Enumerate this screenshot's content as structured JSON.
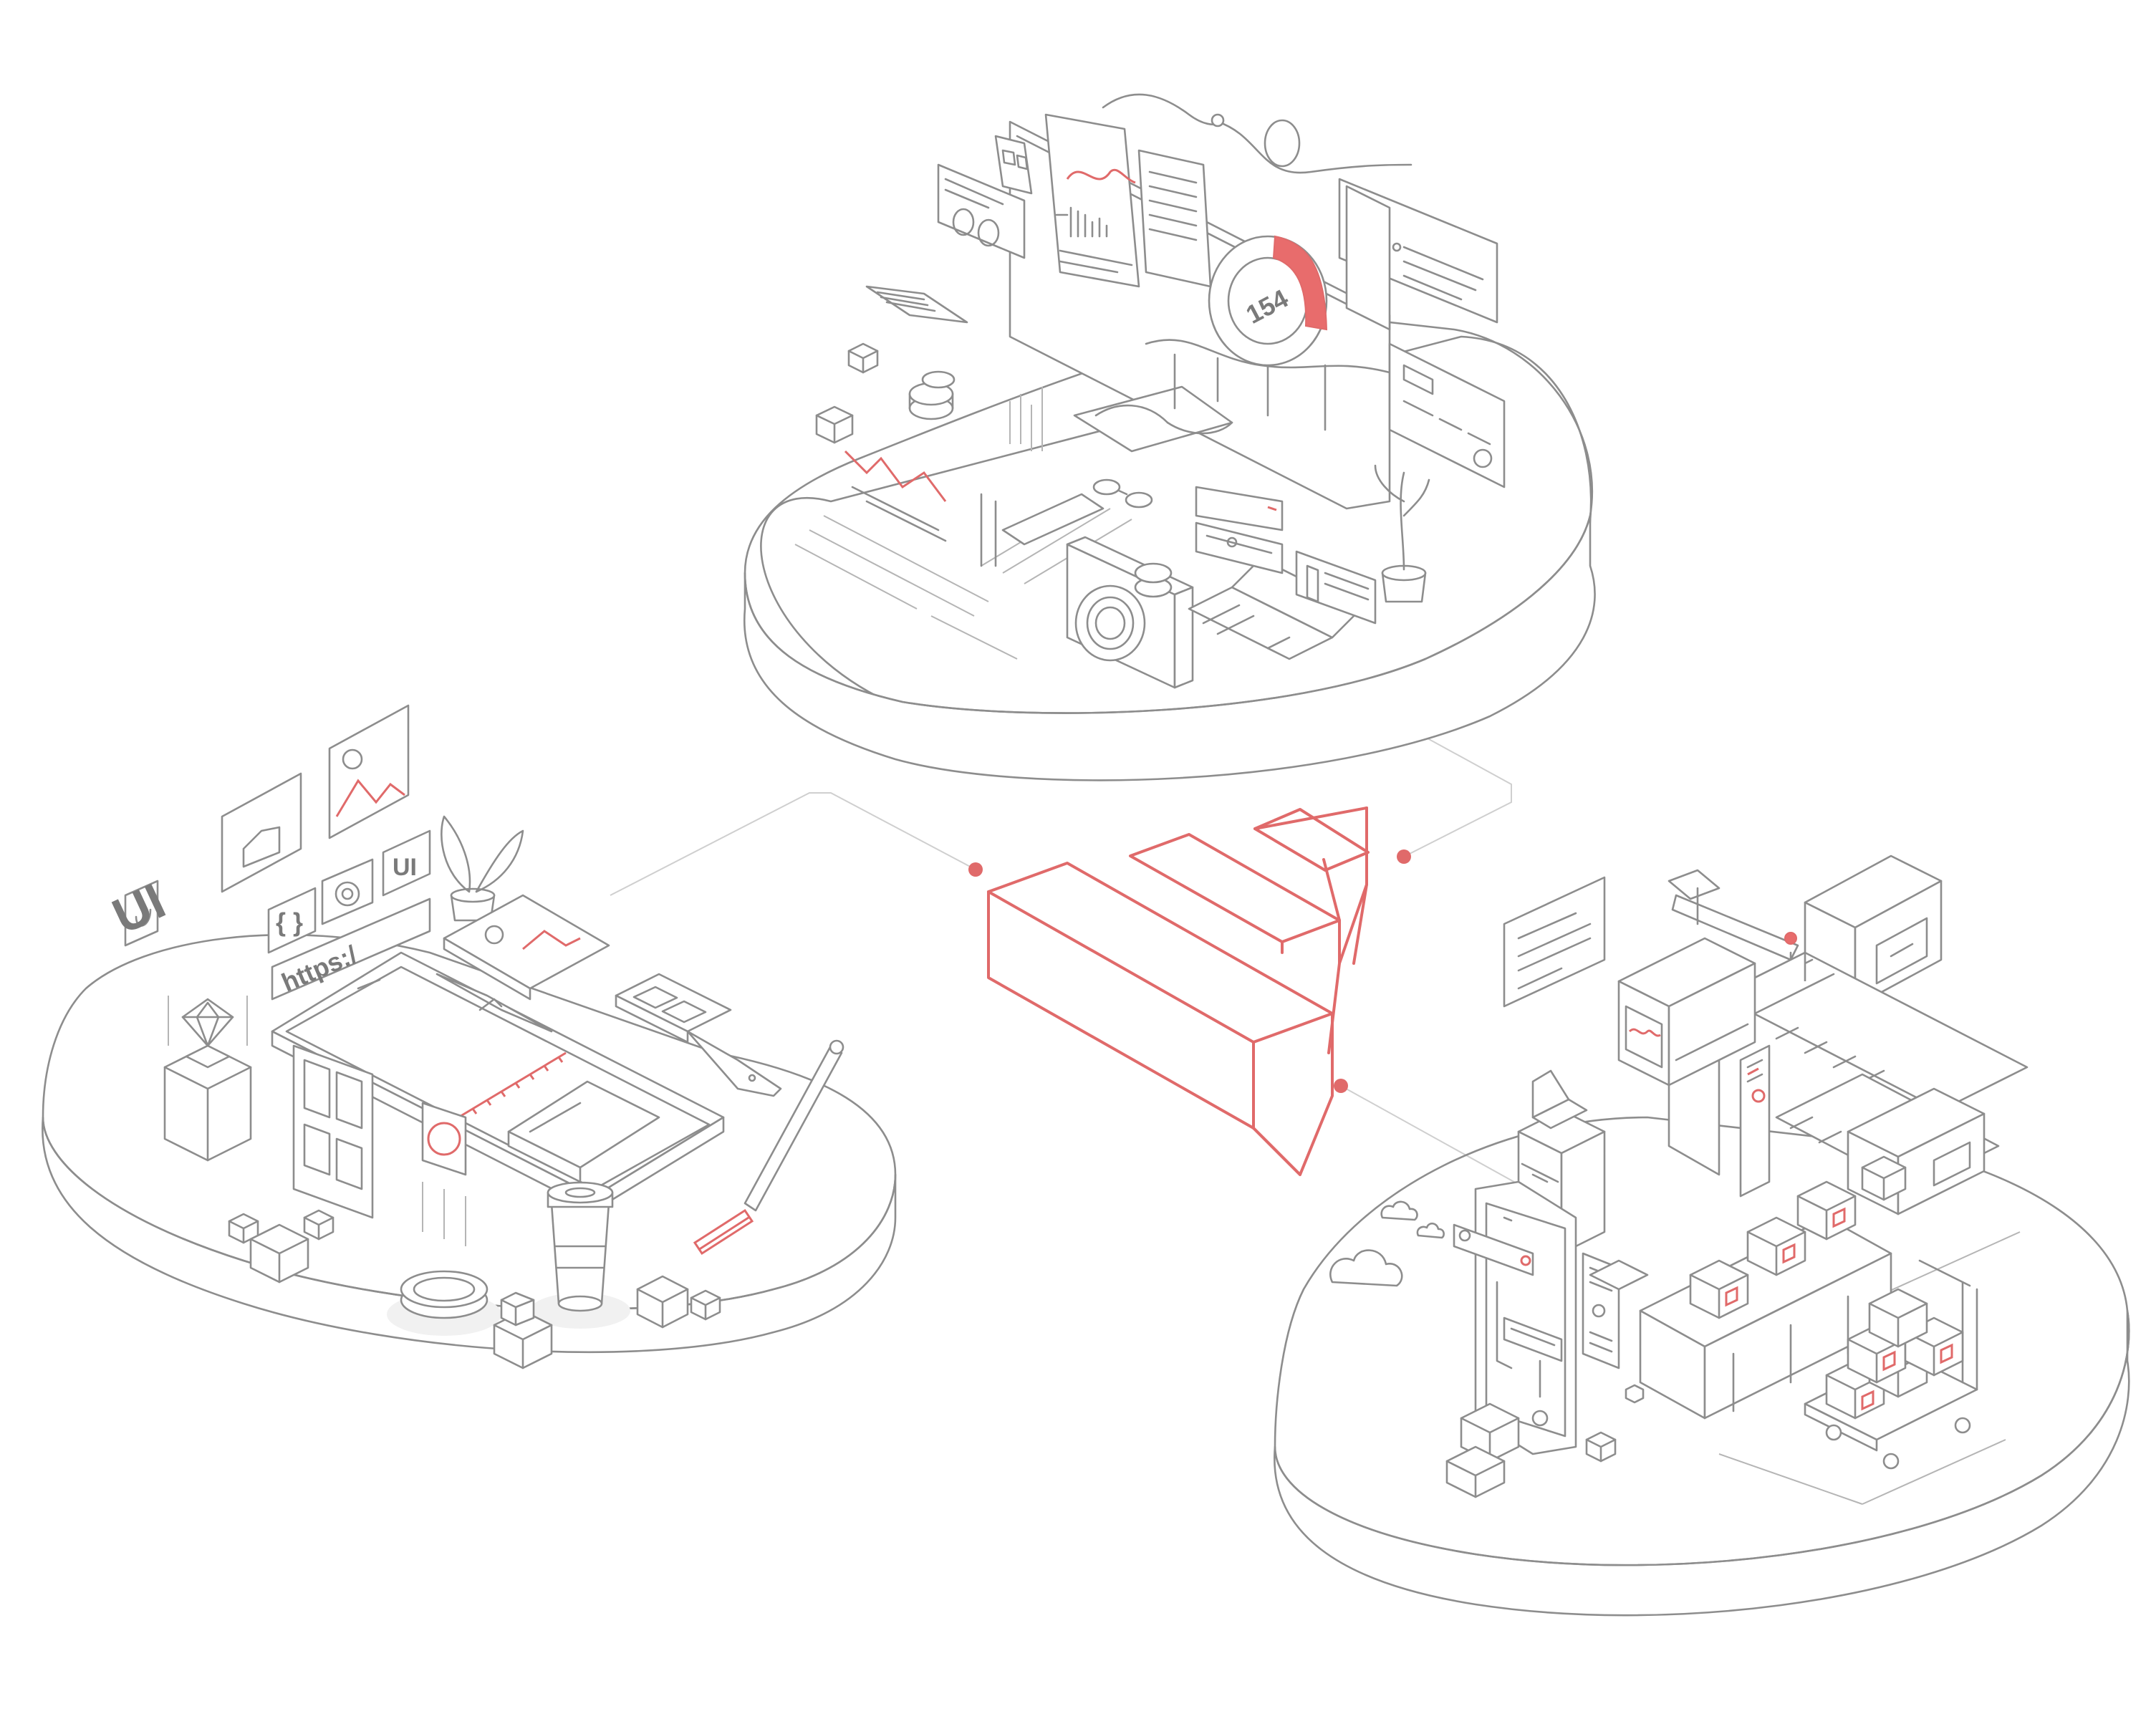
{
  "dashboard": {
    "donut_value": "154"
  },
  "design": {
    "url_text": "https:/",
    "ui_letters": "UI",
    "code_icon": "{ }"
  },
  "colors": {
    "accent": "#e06a6a",
    "line": "#8d8d8d",
    "background": "#ffffff"
  }
}
